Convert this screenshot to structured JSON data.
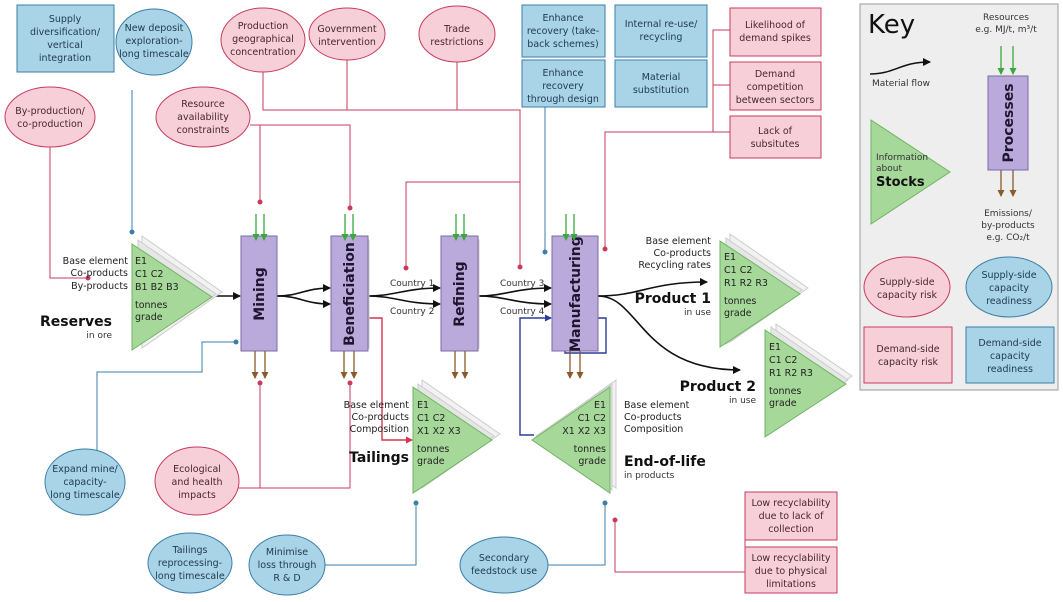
{
  "colors": {
    "blue_fill": "#a9d3e6",
    "blue_stroke": "#3b7fa8",
    "pink_fill": "#f6cfd9",
    "pink_stroke": "#c93b5d",
    "green_fill": "#a6d89a",
    "purple_fill": "#b9aadb",
    "green_arrow": "#3aa83a",
    "brown_arrow": "#8b5a2b",
    "navy_arrow": "#2a3f9a"
  },
  "supply_boxes": {
    "supply_diversification": [
      "Supply",
      "diversification/",
      "vertical",
      "integration"
    ],
    "enhance_takeback": [
      "Enhance",
      "recovery (take-",
      "back schemes)"
    ],
    "internal_reuse": [
      "Internal re-use/",
      "recycling"
    ],
    "enhance_design": [
      "Enhance",
      "recovery",
      "through design"
    ],
    "material_substitution": [
      "Material",
      "substitution"
    ]
  },
  "supply_ovals": {
    "new_deposit": [
      "New deposit",
      "exploration-",
      "long timescale"
    ],
    "expand_mine": [
      "Expand mine/",
      "capacity-",
      "long timescale"
    ],
    "tailings_reprocessing": [
      "Tailings",
      "reprocessing-",
      "long timescale"
    ],
    "minimise_loss": [
      "Minimise",
      "loss through",
      "R & D"
    ],
    "secondary_feedstock": [
      "Secondary",
      "feedstock use"
    ]
  },
  "risk_ovals": {
    "by_production": [
      "By-production/",
      "co-production"
    ],
    "production_concentration": [
      "Production",
      "geographical",
      "concentration"
    ],
    "government_intervention": [
      "Government",
      "intervention"
    ],
    "trade_restrictions": [
      "Trade",
      "restrictions"
    ],
    "resource_availability": [
      "Resource",
      "availability",
      "constraints"
    ],
    "ecological": [
      "Ecological",
      "and health",
      "impacts"
    ]
  },
  "demand_boxes": {
    "demand_spikes": [
      "Likelihood of",
      "demand spikes"
    ],
    "demand_competition": [
      "Demand",
      "competition",
      "between sectors"
    ],
    "lack_substitutes": [
      "Lack of",
      "subsitutes"
    ],
    "low_recyc_collection": [
      "Low recyclability",
      "due to lack of",
      "collection"
    ],
    "low_recyc_physical": [
      "Low recyclability",
      "due to physical",
      "limitations"
    ]
  },
  "processes": {
    "mining": "Mining",
    "beneficiation": "Beneficiation",
    "refining": "Refining",
    "manufacturing": "Manufacturing"
  },
  "stocks": {
    "reserves": {
      "title": "Reserves",
      "subtitle": "in ore",
      "labels": [
        "Base element",
        "Co-products",
        "By-products"
      ],
      "rows": [
        "E1",
        "C1  C2",
        "B1  B2  B3"
      ],
      "tail": [
        "tonnes",
        "grade"
      ]
    },
    "tailings": {
      "title": "Tailings",
      "labels": [
        "Base element",
        "Co-products",
        "Composition"
      ],
      "rows": [
        "E1",
        "C1  C2",
        "X1  X2  X3"
      ],
      "tail": [
        "tonnes",
        "grade"
      ]
    },
    "end_of_life": {
      "title": "End-of-life",
      "subtitle": "in products",
      "labels": [
        "Base element",
        "Co-products",
        "Composition"
      ],
      "rows": [
        "E1",
        "C1  C2",
        "X1  X2  X3"
      ],
      "tail": [
        "tonnes",
        "grade"
      ]
    },
    "product1": {
      "title": "Product 1",
      "subtitle": "in use",
      "labels": [
        "Base element",
        "Co-products",
        "Recycling rates"
      ],
      "rows": [
        "E1",
        "C1  C2",
        "R1  R2  R3"
      ],
      "tail": [
        "tonnes",
        "grade"
      ]
    },
    "product2": {
      "title": "Product 2",
      "subtitle": "in use",
      "rows": [
        "E1",
        "C1  C2",
        "R1  R2  R3"
      ],
      "tail": [
        "tonnes",
        "grade"
      ]
    }
  },
  "flows": {
    "country1": "Country 1",
    "country2": "Country 2",
    "country3": "Country 3",
    "country4": "Country 4"
  },
  "key": {
    "title": "Key",
    "resources": [
      "Resources",
      "e.g. MJ/t, m³/t"
    ],
    "material_flow": "Material flow",
    "processes": "Processes",
    "stocks_info": [
      "Information",
      "about"
    ],
    "stocks_word": "Stocks",
    "emissions": [
      "Emissions/",
      "by-products",
      "e.g. CO₂/t"
    ],
    "supply_risk": [
      "Supply-side",
      "capacity risk"
    ],
    "supply_readiness": [
      "Supply-side",
      "capacity",
      "readiness"
    ],
    "demand_risk": [
      "Demand-side",
      "capacity risk"
    ],
    "demand_readiness": [
      "Demand-side",
      "capacity",
      "readiness"
    ]
  }
}
